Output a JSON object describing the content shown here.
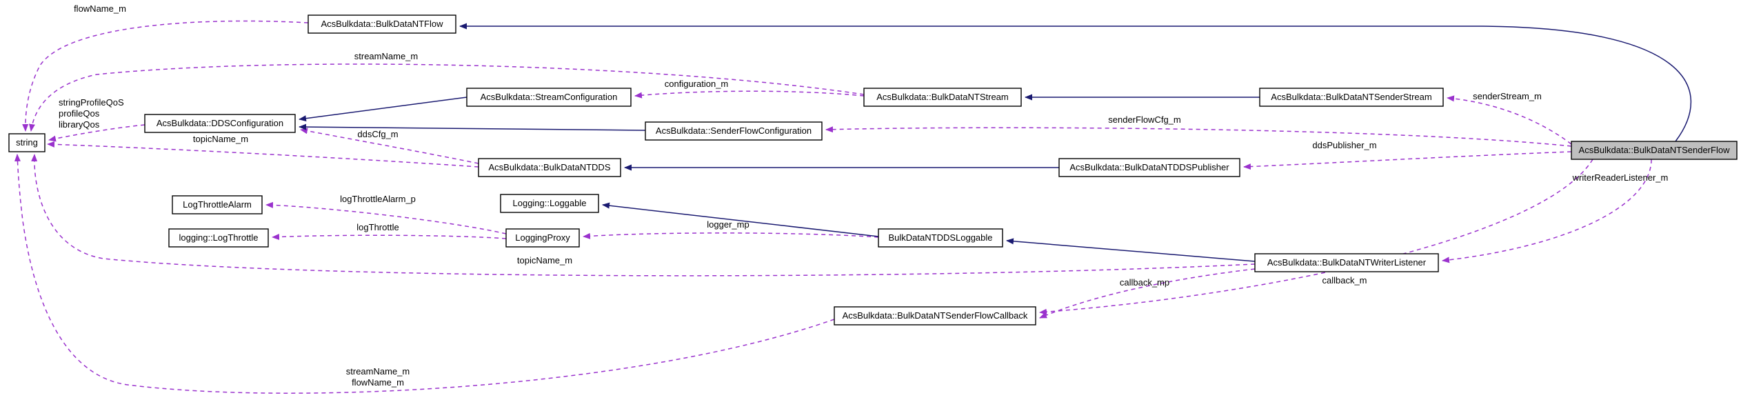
{
  "diagram": {
    "type": "doxygen-collaboration-graph",
    "focus_node": "AcsBulkdata::BulkDataNTSenderFlow",
    "colors": {
      "inheritance_edge": "#191970",
      "usage_edge": "#9a32cd",
      "node_border": "#000000",
      "node_fill": "#ffffff",
      "focus_node_fill": "#bfbfbf",
      "background": "#ffffff"
    }
  },
  "nodes": [
    {
      "label": "AcsBulkdata::BulkDataNTFlow"
    },
    {
      "label": "string"
    },
    {
      "label": "AcsBulkdata::DDSConfiguration"
    },
    {
      "label": "AcsBulkdata::StreamConfiguration"
    },
    {
      "label": "AcsBulkdata::BulkDataNTStream"
    },
    {
      "label": "AcsBulkdata::BulkDataNTSenderStream"
    },
    {
      "label": "AcsBulkdata::SenderFlowConfiguration"
    },
    {
      "label": "AcsBulkdata::BulkDataNTDDS"
    },
    {
      "label": "AcsBulkdata::BulkDataNTDDSPublisher"
    },
    {
      "label": "AcsBulkdata::BulkDataNTSenderFlow"
    },
    {
      "label": "LogThrottleAlarm"
    },
    {
      "label": "Logging::Loggable"
    },
    {
      "label": "logging::LogThrottle"
    },
    {
      "label": "LoggingProxy"
    },
    {
      "label": "BulkDataNTDDSLoggable"
    },
    {
      "label": "AcsBulkdata::BulkDataNTWriterListener"
    },
    {
      "label": "AcsBulkdata::BulkDataNTSenderFlowCallback"
    }
  ],
  "edge_labels": [
    {
      "text": "flowName_m"
    },
    {
      "text": "streamName_m"
    },
    {
      "text": "stringProfileQoS"
    },
    {
      "text": "profileQos"
    },
    {
      "text": "libraryQos"
    },
    {
      "text": "configuration_m"
    },
    {
      "text": "senderStream_m"
    },
    {
      "text": "senderFlowCfg_m"
    },
    {
      "text": "topicName_m"
    },
    {
      "text": "ddsCfg_m"
    },
    {
      "text": "ddsPublisher_m"
    },
    {
      "text": "writerReaderListener_m"
    },
    {
      "text": "logThrottleAlarm_p"
    },
    {
      "text": "logThrottle"
    },
    {
      "text": "logger_mp"
    },
    {
      "text": "topicName_m"
    },
    {
      "text": "callback_mp"
    },
    {
      "text": "callback_m"
    },
    {
      "text": "streamName_m"
    },
    {
      "text": "flowName_m"
    }
  ],
  "relationships": [
    {
      "from": "AcsBulkdata::BulkDataNTSenderFlow",
      "to": "AcsBulkdata::BulkDataNTFlow",
      "type": "inheritance"
    },
    {
      "from": "AcsBulkdata::StreamConfiguration",
      "to": "AcsBulkdata::DDSConfiguration",
      "type": "inheritance"
    },
    {
      "from": "AcsBulkdata::SenderFlowConfiguration",
      "to": "AcsBulkdata::DDSConfiguration",
      "type": "inheritance"
    },
    {
      "from": "AcsBulkdata::BulkDataNTSenderStream",
      "to": "AcsBulkdata::BulkDataNTStream",
      "type": "inheritance"
    },
    {
      "from": "AcsBulkdata::BulkDataNTDDSPublisher",
      "to": "AcsBulkdata::BulkDataNTDDS",
      "type": "inheritance"
    },
    {
      "from": "BulkDataNTDDSLoggable",
      "to": "Logging::Loggable",
      "type": "inheritance"
    },
    {
      "from": "AcsBulkdata::BulkDataNTWriterListener",
      "to": "BulkDataNTDDSLoggable",
      "type": "inheritance"
    },
    {
      "from": "AcsBulkdata::BulkDataNTFlow",
      "to": "string",
      "label": "flowName_m",
      "type": "usage"
    },
    {
      "from": "AcsBulkdata::BulkDataNTStream",
      "to": "string",
      "label": "streamName_m",
      "type": "usage"
    },
    {
      "from": "AcsBulkdata::DDSConfiguration",
      "to": "string",
      "label": "stringProfileQoS profileQos libraryQos",
      "type": "usage"
    },
    {
      "from": "AcsBulkdata::BulkDataNTDDS",
      "to": "string",
      "label": "topicName_m",
      "type": "usage"
    },
    {
      "from": "AcsBulkdata::BulkDataNTWriterListener",
      "to": "string",
      "label": "topicName_m",
      "type": "usage"
    },
    {
      "from": "AcsBulkdata::BulkDataNTSenderFlowCallback",
      "to": "string",
      "label": "streamName_m flowName_m",
      "type": "usage"
    },
    {
      "from": "AcsBulkdata::BulkDataNTStream",
      "to": "AcsBulkdata::StreamConfiguration",
      "label": "configuration_m",
      "type": "usage"
    },
    {
      "from": "AcsBulkdata::BulkDataNTDDS",
      "to": "AcsBulkdata::DDSConfiguration",
      "label": "ddsCfg_m",
      "type": "usage"
    },
    {
      "from": "AcsBulkdata::BulkDataNTSenderFlow",
      "to": "AcsBulkdata::SenderFlowConfiguration",
      "label": "senderFlowCfg_m",
      "type": "usage"
    },
    {
      "from": "AcsBulkdata::BulkDataNTSenderFlow",
      "to": "AcsBulkdata::BulkDataNTSenderStream",
      "label": "senderStream_m",
      "type": "usage"
    },
    {
      "from": "AcsBulkdata::BulkDataNTSenderFlow",
      "to": "AcsBulkdata::BulkDataNTDDSPublisher",
      "label": "ddsPublisher_m",
      "type": "usage"
    },
    {
      "from": "AcsBulkdata::BulkDataNTSenderFlow",
      "to": "AcsBulkdata::BulkDataNTWriterListener",
      "label": "writerReaderListener_m",
      "type": "usage"
    },
    {
      "from": "AcsBulkdata::BulkDataNTSenderFlow",
      "to": "AcsBulkdata::BulkDataNTSenderFlowCallback",
      "label": "callback_m",
      "type": "usage"
    },
    {
      "from": "AcsBulkdata::BulkDataNTWriterListener",
      "to": "AcsBulkdata::BulkDataNTSenderFlowCallback",
      "label": "callback_mp",
      "type": "usage"
    },
    {
      "from": "BulkDataNTDDSLoggable",
      "to": "LoggingProxy",
      "label": "logger_mp",
      "type": "usage"
    },
    {
      "from": "LoggingProxy",
      "to": "LogThrottleAlarm",
      "label": "logThrottleAlarm_p",
      "type": "usage"
    },
    {
      "from": "LoggingProxy",
      "to": "logging::LogThrottle",
      "label": "logThrottle",
      "type": "usage"
    }
  ]
}
